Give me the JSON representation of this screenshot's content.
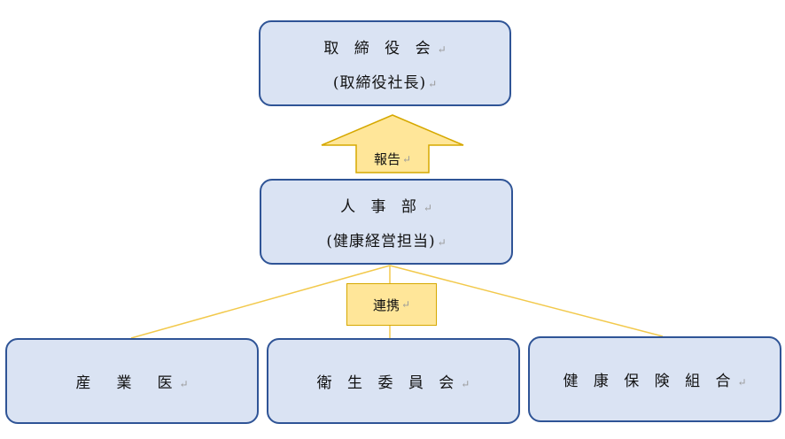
{
  "top": {
    "title": "取 締 役 会",
    "subtitle": "(取締役社長)"
  },
  "middle": {
    "title": "人 事 部",
    "subtitle": "(健康経営担当)"
  },
  "bottom": [
    {
      "title": "産　業　医"
    },
    {
      "title": "衛 生 委 員 会"
    },
    {
      "title": "健 康 保 険 組 合"
    }
  ],
  "arrow_label": "報告",
  "link_label": "連携",
  "return_mark": "↵",
  "colors": {
    "box_fill": "#dae3f3",
    "box_border": "#2f5496",
    "arrow_fill": "#ffe699",
    "arrow_border": "#d6a800",
    "connector": "#f2c94c"
  }
}
